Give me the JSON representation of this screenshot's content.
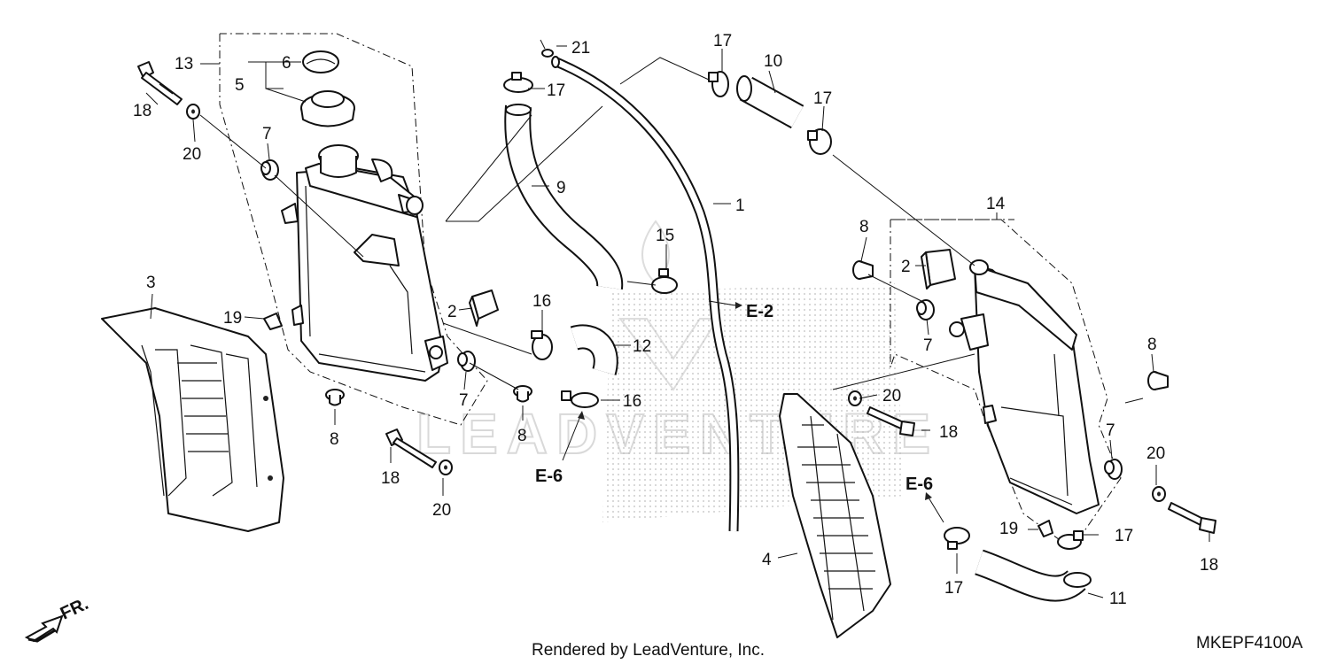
{
  "diagram": {
    "callouts": {
      "c1": "1",
      "c2a": "2",
      "c2b": "2",
      "c3": "3",
      "c4": "4",
      "c5": "5",
      "c6": "6",
      "c7a": "7",
      "c7b": "7",
      "c7c": "7",
      "c7d": "7",
      "c8a": "8",
      "c8b": "8",
      "c8c": "8",
      "c8d": "8",
      "c9": "9",
      "c10": "10",
      "c11": "11",
      "c12": "12",
      "c13": "13",
      "c14": "14",
      "c15": "15",
      "c16a": "16",
      "c16b": "16",
      "c17a": "17",
      "c17b": "17",
      "c17c": "17",
      "c17d": "17",
      "c17e": "17",
      "c18a": "18",
      "c18b": "18",
      "c18c": "18",
      "c18d": "18",
      "c19a": "19",
      "c19b": "19",
      "c20a": "20",
      "c20b": "20",
      "c20c": "20",
      "c20d": "20",
      "c21": "21"
    },
    "refs": {
      "e2": "E-2",
      "e6a": "E-6",
      "e6b": "E-6"
    },
    "direction_label": "FR.",
    "watermark": "LEADVENTURE",
    "footer": "Rendered by LeadVenture, Inc.",
    "diagram_code": "MKEPF4100A"
  },
  "colors": {
    "line": "#111111",
    "shade": "#e6e6e6",
    "watermark": "#d9d9d9"
  }
}
